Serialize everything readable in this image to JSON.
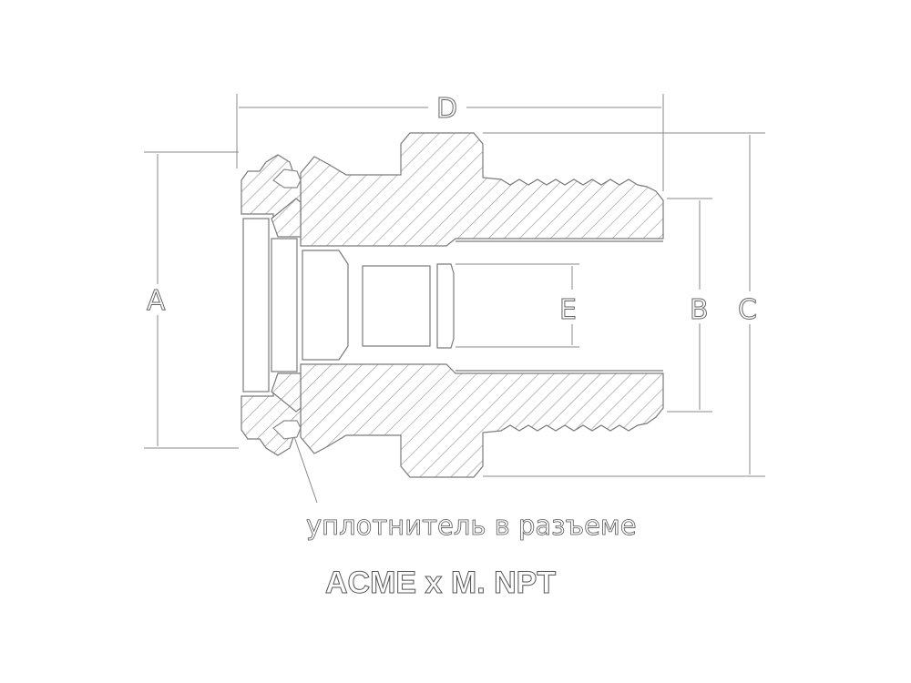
{
  "dimensions": {
    "a": "A",
    "b": "B",
    "c": "C",
    "d": "D",
    "e": "E"
  },
  "seal_label": "уплотнитель в разъеме",
  "title": "ACME x M. NPT",
  "colors": {
    "line": "#7a7a7a",
    "hatch": "#9a9a9a"
  }
}
